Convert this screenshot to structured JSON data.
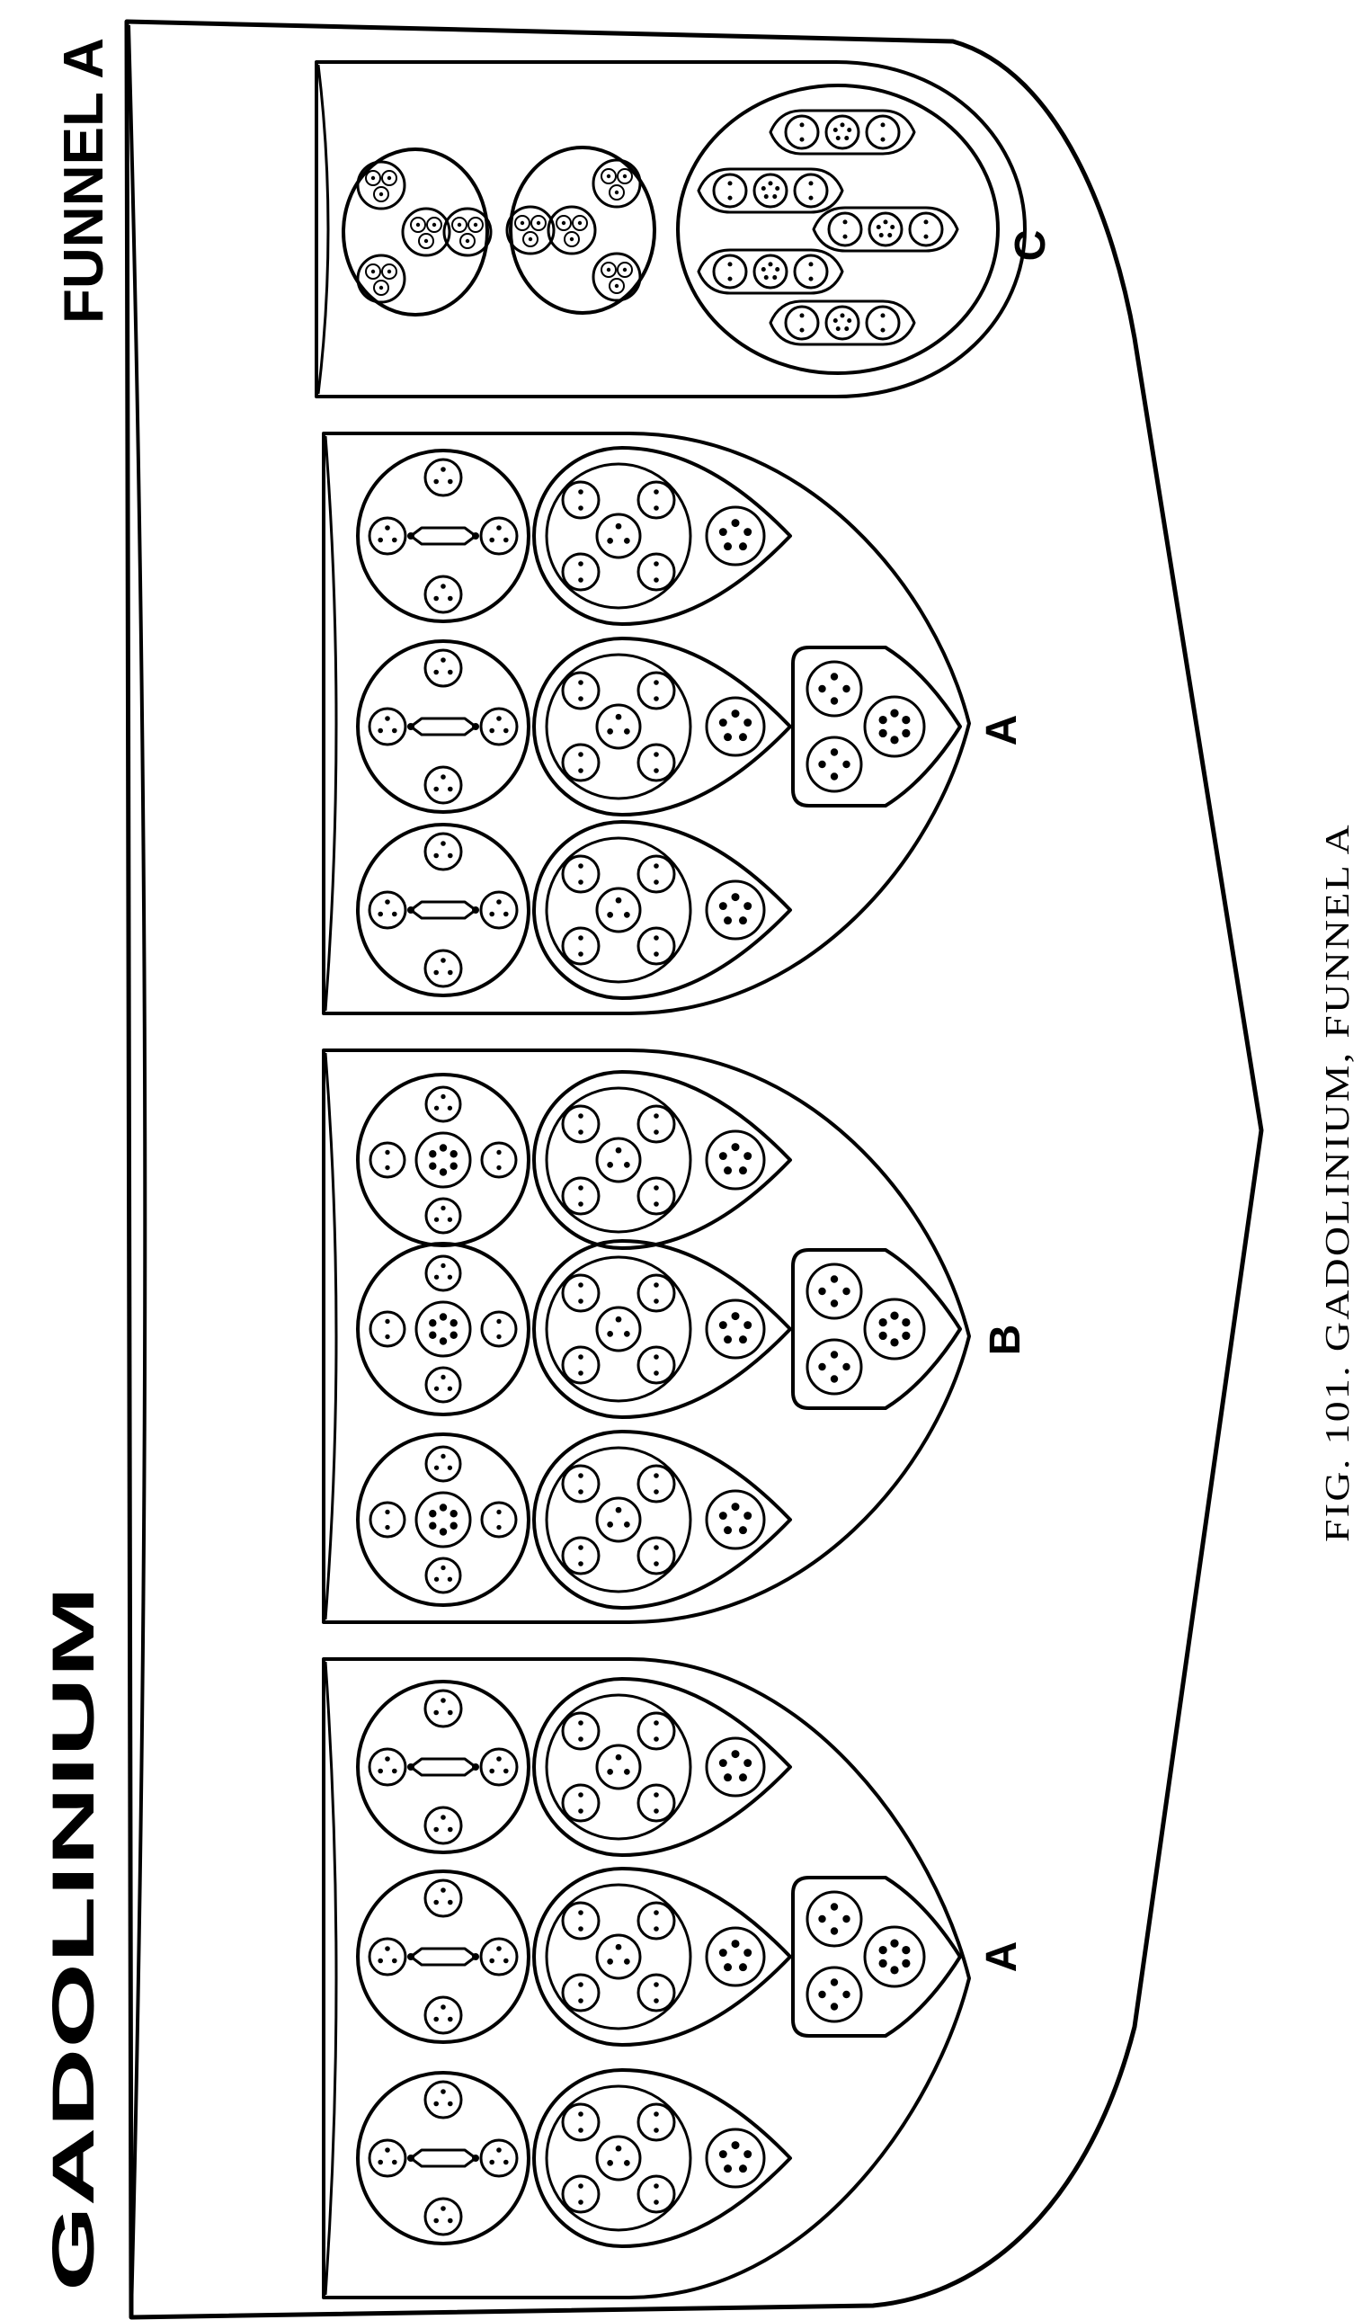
{
  "figure": {
    "title": "GADOLINIUM",
    "subtitle": "FUNNEL A",
    "caption": "FIG. 101. GADOLINIUM, FUNNEL A",
    "ink_color": "#000000",
    "background_color": "#ffffff"
  },
  "segments": [
    {
      "label": "C",
      "kind": "trefoils-and-lozenges"
    },
    {
      "label": "A",
      "kind": "hexagon-cross"
    },
    {
      "label": "B",
      "kind": "circle-cross"
    },
    {
      "label": "A",
      "kind": "hexagon-cross"
    }
  ]
}
